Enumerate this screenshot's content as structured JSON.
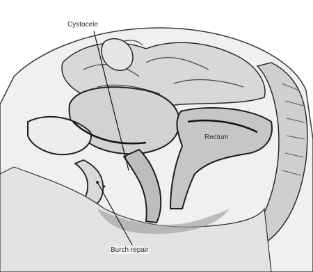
{
  "labels": {
    "cystocele": "Cystocele",
    "rectum": "Rectum",
    "burch_repair": "Burch repair"
  },
  "colors": {
    "outline": "#1e1e1e",
    "tissue_light": "#e4e4e4",
    "tissue_mid": "#bdbdbd",
    "tissue_dark": "#8a8a8a"
  }
}
